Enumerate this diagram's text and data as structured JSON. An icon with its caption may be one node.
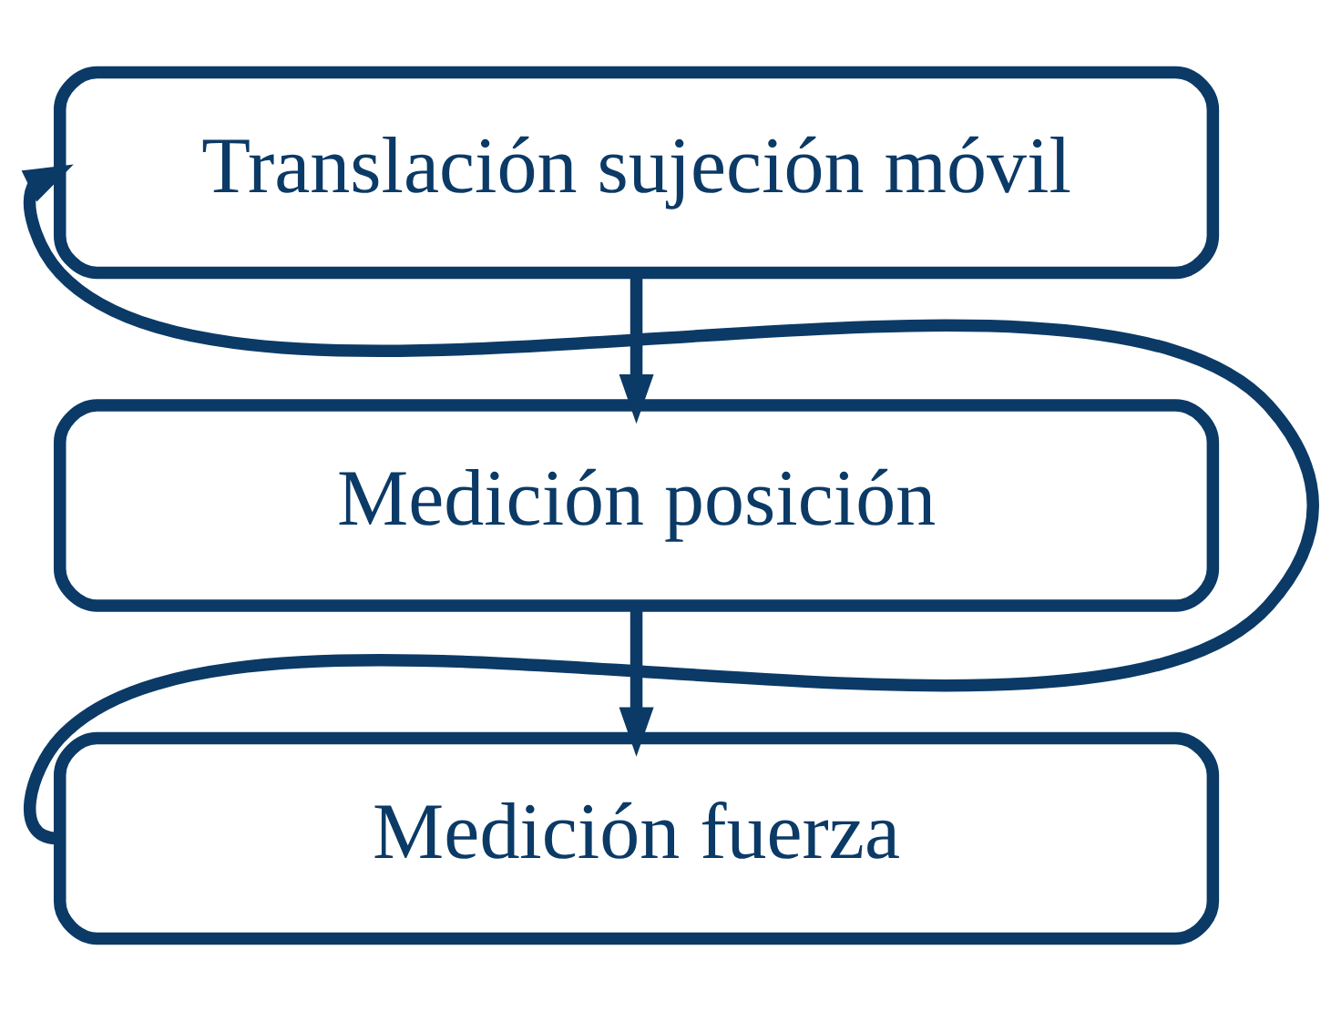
{
  "diagram": {
    "nodes": [
      {
        "text": [
          "Translación sujeción móvil"
        ]
      },
      {
        "text": [
          "Medición posición"
        ]
      },
      {
        "text": [
          "Medición fuerza"
        ]
      }
    ],
    "edges": [
      {
        "from": 0,
        "to": 1,
        "arrow": "to"
      },
      {
        "from": 1,
        "to": 2,
        "arrow": "to"
      },
      {
        "from": 2,
        "to": 0,
        "arrow": "to"
      }
    ]
  }
}
